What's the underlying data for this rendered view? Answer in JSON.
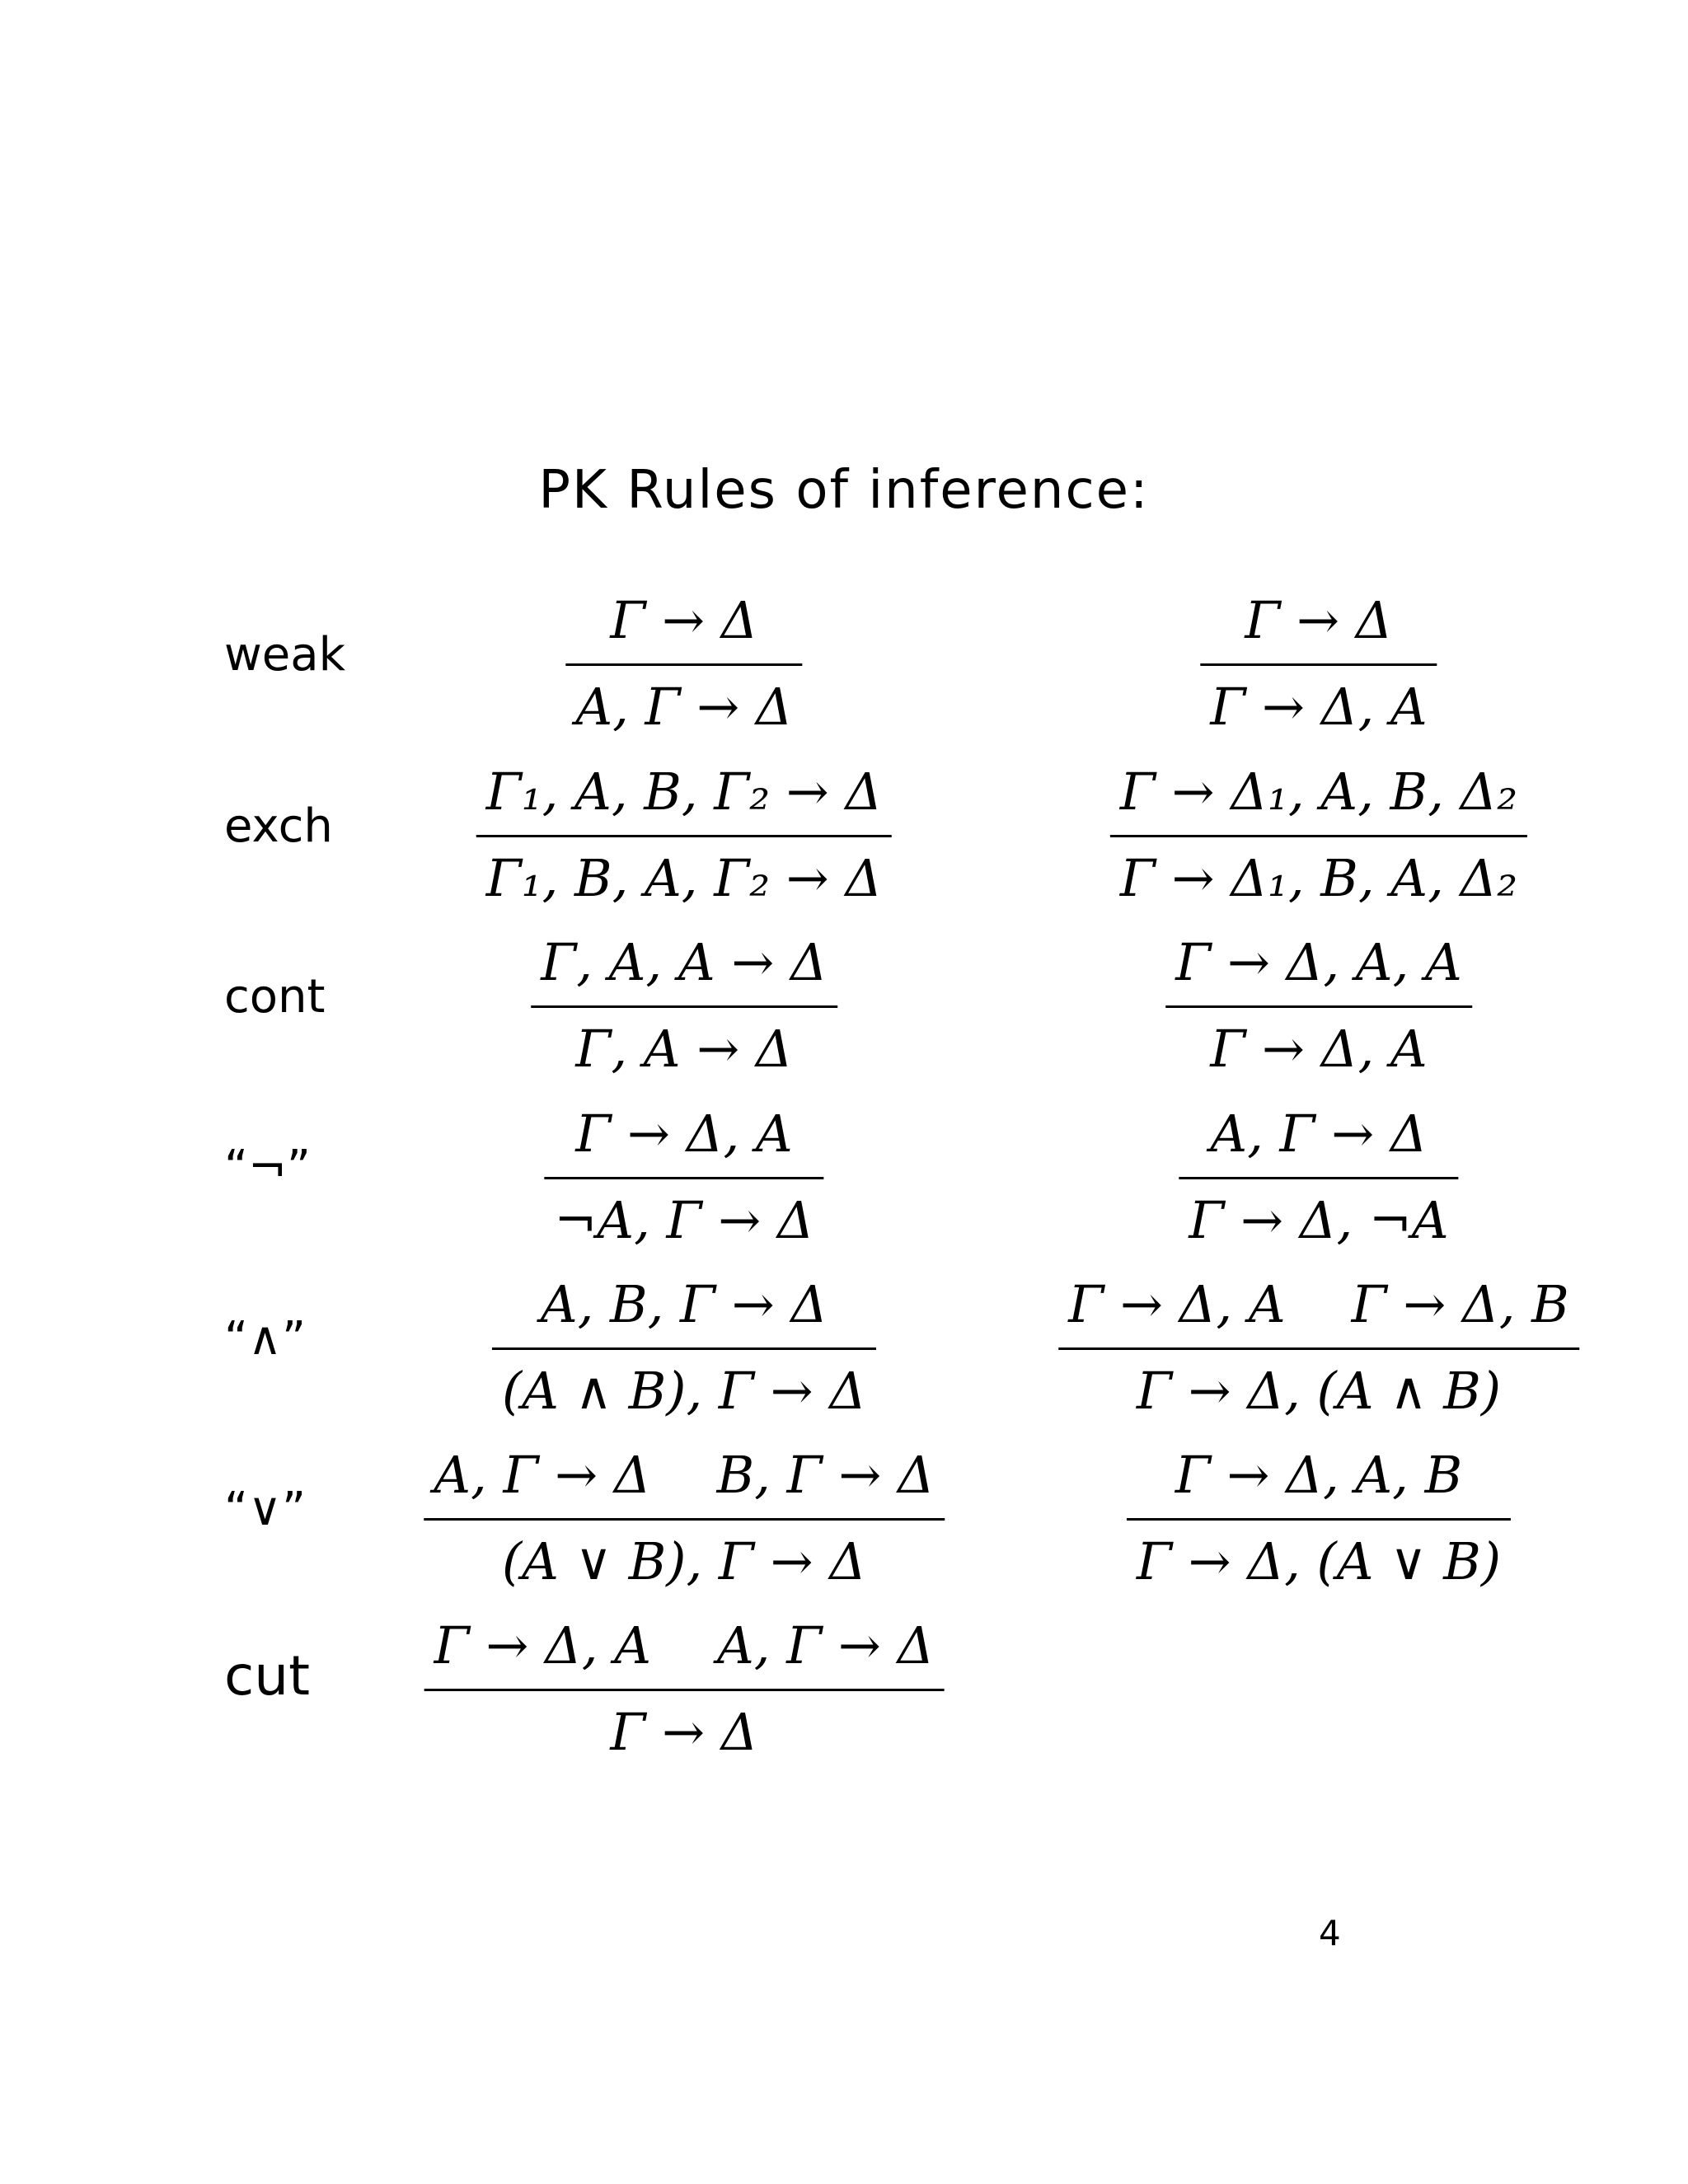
{
  "title": "PK Rules of inference:",
  "rules": [
    {
      "name": "weak",
      "left": {
        "premises": [
          "Γ → Δ"
        ],
        "conclusion": "A, Γ → Δ"
      },
      "right": {
        "premises": [
          "Γ → Δ"
        ],
        "conclusion": "Γ → Δ, A"
      }
    },
    {
      "name": "exch",
      "left": {
        "premises": [
          "Γ₁, A, B, Γ₂ → Δ"
        ],
        "conclusion": "Γ₁, B, A, Γ₂ → Δ"
      },
      "right": {
        "premises": [
          "Γ → Δ₁, A, B, Δ₂"
        ],
        "conclusion": "Γ → Δ₁, B, A, Δ₂"
      }
    },
    {
      "name": "cont",
      "left": {
        "premises": [
          "Γ, A, A → Δ"
        ],
        "conclusion": "Γ, A → Δ"
      },
      "right": {
        "premises": [
          "Γ → Δ, A, A"
        ],
        "conclusion": "Γ → Δ, A"
      }
    },
    {
      "name": "“¬”",
      "left": {
        "premises": [
          "Γ → Δ, A"
        ],
        "conclusion": "¬A, Γ → Δ"
      },
      "right": {
        "premises": [
          "A, Γ → Δ"
        ],
        "conclusion": "Γ → Δ, ¬A"
      }
    },
    {
      "name": "“∧”",
      "left": {
        "premises": [
          "A, B, Γ → Δ"
        ],
        "conclusion": "(A ∧ B), Γ → Δ"
      },
      "right": {
        "premises": [
          "Γ → Δ, A",
          "Γ → Δ, B"
        ],
        "conclusion": "Γ → Δ, (A ∧ B)"
      }
    },
    {
      "name": "“∨”",
      "left": {
        "premises": [
          "A, Γ → Δ",
          "B, Γ → Δ"
        ],
        "conclusion": "(A ∨ B), Γ → Δ"
      },
      "right": {
        "premises": [
          "Γ → Δ, A, B"
        ],
        "conclusion": "Γ → Δ, (A ∨ B)"
      }
    },
    {
      "name": "cut",
      "left": {
        "premises": [
          "Γ → Δ, A",
          "A, Γ → Δ"
        ],
        "conclusion": "Γ → Δ"
      }
    }
  ],
  "page_number": "4"
}
